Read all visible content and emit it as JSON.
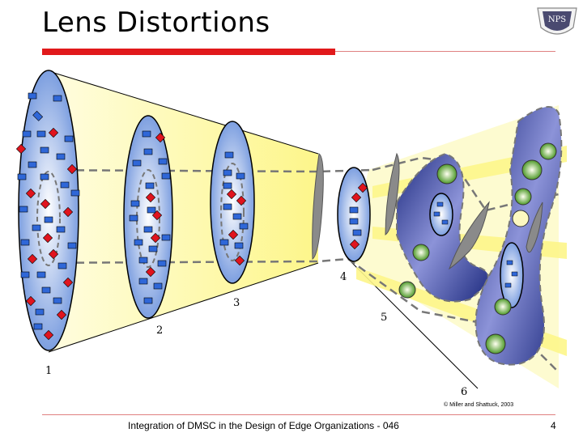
{
  "slide": {
    "title": "Lens Distortions",
    "copyright": "© Miller and Shattuck, 2003",
    "footer": "Integration of DMSC in the Design of Edge Organizations - 046",
    "page_number": "4",
    "logo_text": "NPS"
  },
  "diagram": {
    "stage_labels": [
      "1",
      "2",
      "3",
      "4",
      "5",
      "6"
    ]
  },
  "colors": {
    "accent_red": "#e1191b",
    "lens_blue": "#7d9fe0",
    "beam_yellow": "#fefaa0",
    "scatter_navy": "#1f2c80",
    "node_red": "#e0141e",
    "node_blue": "#2f67d8",
    "cluster_green": "#4e9a2a"
  }
}
